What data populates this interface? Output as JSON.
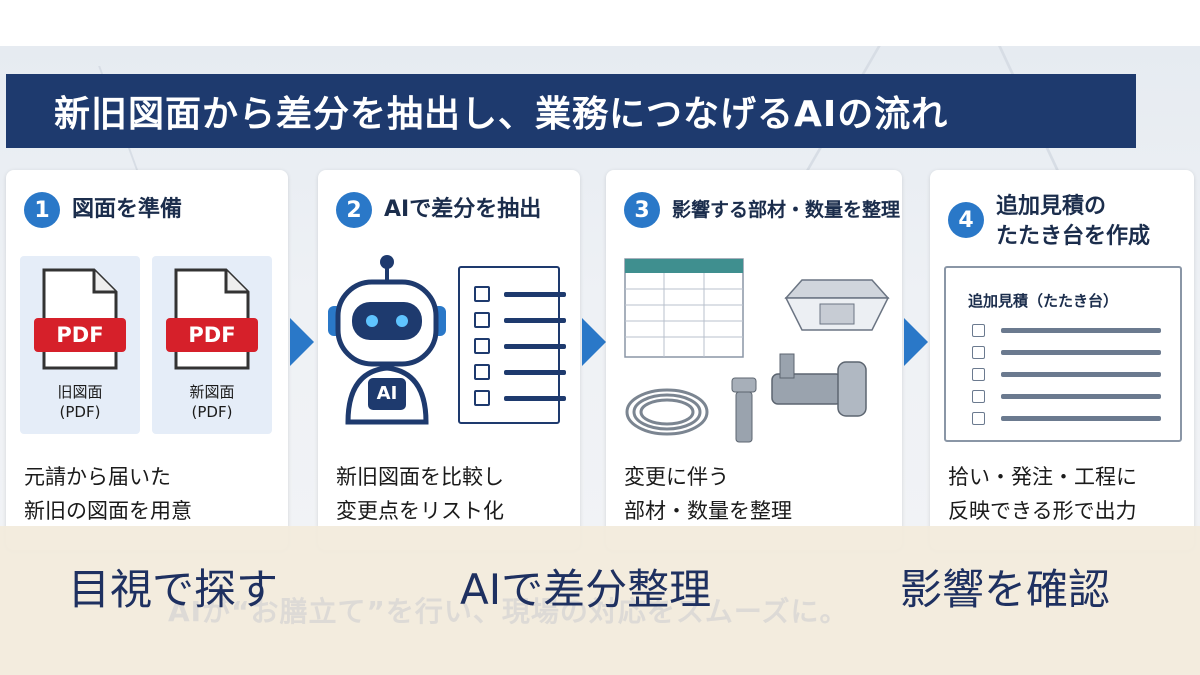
{
  "title": "新旧図面から差分を抽出し、業務につなげるAIの流れ",
  "steps": [
    {
      "num": "1",
      "title": "図面を準備",
      "desc": "元請から届いた\n新旧の図面を用意",
      "files": [
        {
          "badge": "PDF",
          "label": "旧図面\n(PDF)"
        },
        {
          "badge": "PDF",
          "label": "新図面\n(PDF)"
        }
      ]
    },
    {
      "num": "2",
      "title": "AIで差分を抽出",
      "desc": "新旧図面を比較し\n変更点をリスト化",
      "robot_badge": "AI"
    },
    {
      "num": "3",
      "title": "影響する部材・数量を整理",
      "desc": "変更に伴う\n部材・数量を整理"
    },
    {
      "num": "4",
      "title": "追加見積の\nたたき台を作成",
      "desc": "拾い・発注・工程に\n反映できる形で出力",
      "sheet_title": "追加見積（たたき台）"
    }
  ],
  "ghost_caption": "AIが“お膳立て”を行い、現場の対応をスムーズに。",
  "bottom_labels": [
    "目視で探す",
    "AIで差分整理",
    "影響を確認"
  ],
  "icons": [
    "arrow-right-icon",
    "pdf-file-icon",
    "robot-icon",
    "checklist-icon",
    "spreadsheet-icon",
    "ceiling-unit-icon",
    "coiled-pipe-icon",
    "pipe-fitting-icon",
    "valve-icon",
    "estimate-sheet-icon"
  ],
  "colors": {
    "title_bg": "#1e3a6e",
    "accent": "#2a78c8",
    "pdf_red": "#d6202a",
    "band": "#f2ebdc",
    "bottom_text": "#1e3060"
  }
}
